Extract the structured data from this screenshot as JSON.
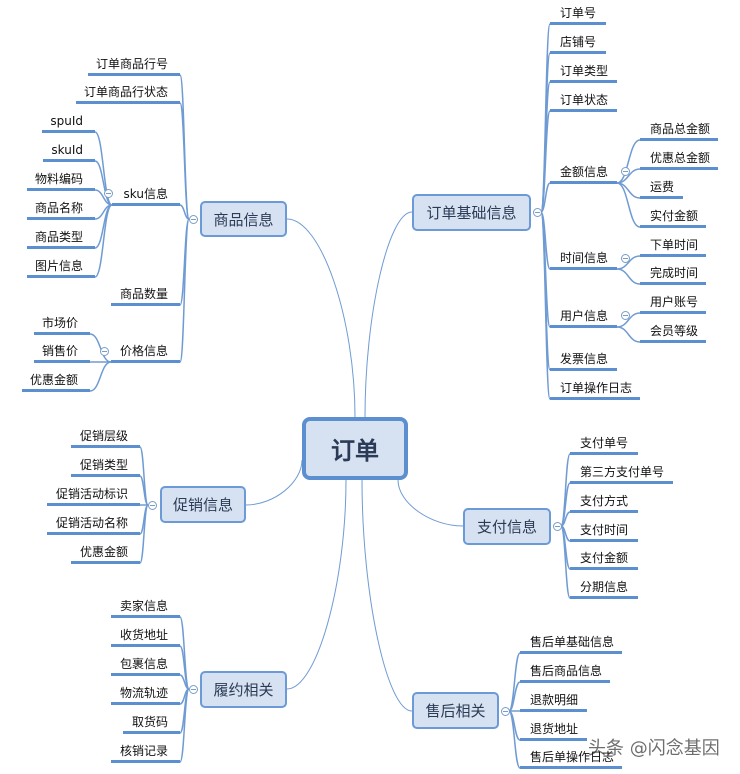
{
  "root": "订单",
  "branches": [
    {
      "label": "商品信息",
      "children": [
        {
          "label": "订单商品行号"
        },
        {
          "label": "订单商品行状态"
        },
        {
          "label": "sku信息",
          "children": [
            {
              "label": "spuId"
            },
            {
              "label": "skuId"
            },
            {
              "label": "物料编码"
            },
            {
              "label": "商品名称"
            },
            {
              "label": "商品类型"
            },
            {
              "label": "图片信息"
            }
          ]
        },
        {
          "label": "商品数量"
        },
        {
          "label": "价格信息",
          "children": [
            {
              "label": "市场价"
            },
            {
              "label": "销售价"
            },
            {
              "label": "优惠金额"
            }
          ]
        }
      ]
    },
    {
      "label": "订单基础信息",
      "children": [
        {
          "label": "订单号"
        },
        {
          "label": "店铺号"
        },
        {
          "label": "订单类型"
        },
        {
          "label": "订单状态"
        },
        {
          "label": "金额信息",
          "children": [
            {
              "label": "商品总金额"
            },
            {
              "label": "优惠总金额"
            },
            {
              "label": "运费"
            },
            {
              "label": "实付金额"
            }
          ]
        },
        {
          "label": "时间信息",
          "children": [
            {
              "label": "下单时间"
            },
            {
              "label": "完成时间"
            }
          ]
        },
        {
          "label": "用户信息",
          "children": [
            {
              "label": "用户账号"
            },
            {
              "label": "会员等级"
            }
          ]
        },
        {
          "label": "发票信息"
        },
        {
          "label": "订单操作日志"
        }
      ]
    },
    {
      "label": "促销信息",
      "children": [
        {
          "label": "促销层级"
        },
        {
          "label": "促销类型"
        },
        {
          "label": "促销活动标识"
        },
        {
          "label": "促销活动名称"
        },
        {
          "label": "优惠金额"
        }
      ]
    },
    {
      "label": "支付信息",
      "children": [
        {
          "label": "支付单号"
        },
        {
          "label": "第三方支付单号"
        },
        {
          "label": "支付方式"
        },
        {
          "label": "支付时间"
        },
        {
          "label": "支付金额"
        },
        {
          "label": "分期信息"
        }
      ]
    },
    {
      "label": "履约相关",
      "children": [
        {
          "label": "卖家信息"
        },
        {
          "label": "收货地址"
        },
        {
          "label": "包裹信息"
        },
        {
          "label": "物流轨迹"
        },
        {
          "label": "取货码"
        },
        {
          "label": "核销记录"
        }
      ]
    },
    {
      "label": "售后相关",
      "children": [
        {
          "label": "售后单基础信息"
        },
        {
          "label": "售后商品信息"
        },
        {
          "label": "退款明细"
        },
        {
          "label": "退货地址"
        },
        {
          "label": "售后单操作日志"
        }
      ]
    }
  ],
  "watermark": "头条 @闪念基因",
  "colors": {
    "node_fill": "#d6e2f2",
    "node_border": "#5b8fd0",
    "line": "#5b8fd0"
  }
}
